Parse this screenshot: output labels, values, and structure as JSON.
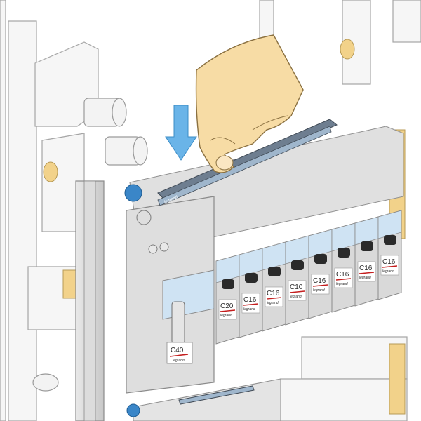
{
  "illustration": {
    "brand": "legrand",
    "main_breaker": {
      "rating": "C40",
      "brand": "legrand"
    },
    "breakers": [
      {
        "rating": "C20",
        "brand": "legrand"
      },
      {
        "rating": "C16",
        "brand": "legrand"
      },
      {
        "rating": "C16",
        "brand": "legrand"
      },
      {
        "rating": "C10",
        "brand": "legrand"
      },
      {
        "rating": "C16",
        "brand": "legrand"
      },
      {
        "rating": "C16",
        "brand": "legrand"
      },
      {
        "rating": "C16",
        "brand": "legrand"
      },
      {
        "rating": "C16",
        "brand": "legrand"
      }
    ],
    "comb_busbar_brand": "legrand",
    "colors": {
      "panel_outline": "#9a9a9a",
      "panel_fill": "#f6f6f6",
      "breaker_grey": "#d9d9d9",
      "breaker_blue": "#cfe3f3",
      "handle_black": "#2a2a2a",
      "arrow_blue": "#6ab4e8",
      "hand_skin": "#f7dca5",
      "accent_yellow": "#f2d28a",
      "screw_blue": "#3a86c8",
      "rating_red": "#c41e1e"
    },
    "icons": [
      "down-arrow-icon",
      "hand-icon"
    ]
  }
}
